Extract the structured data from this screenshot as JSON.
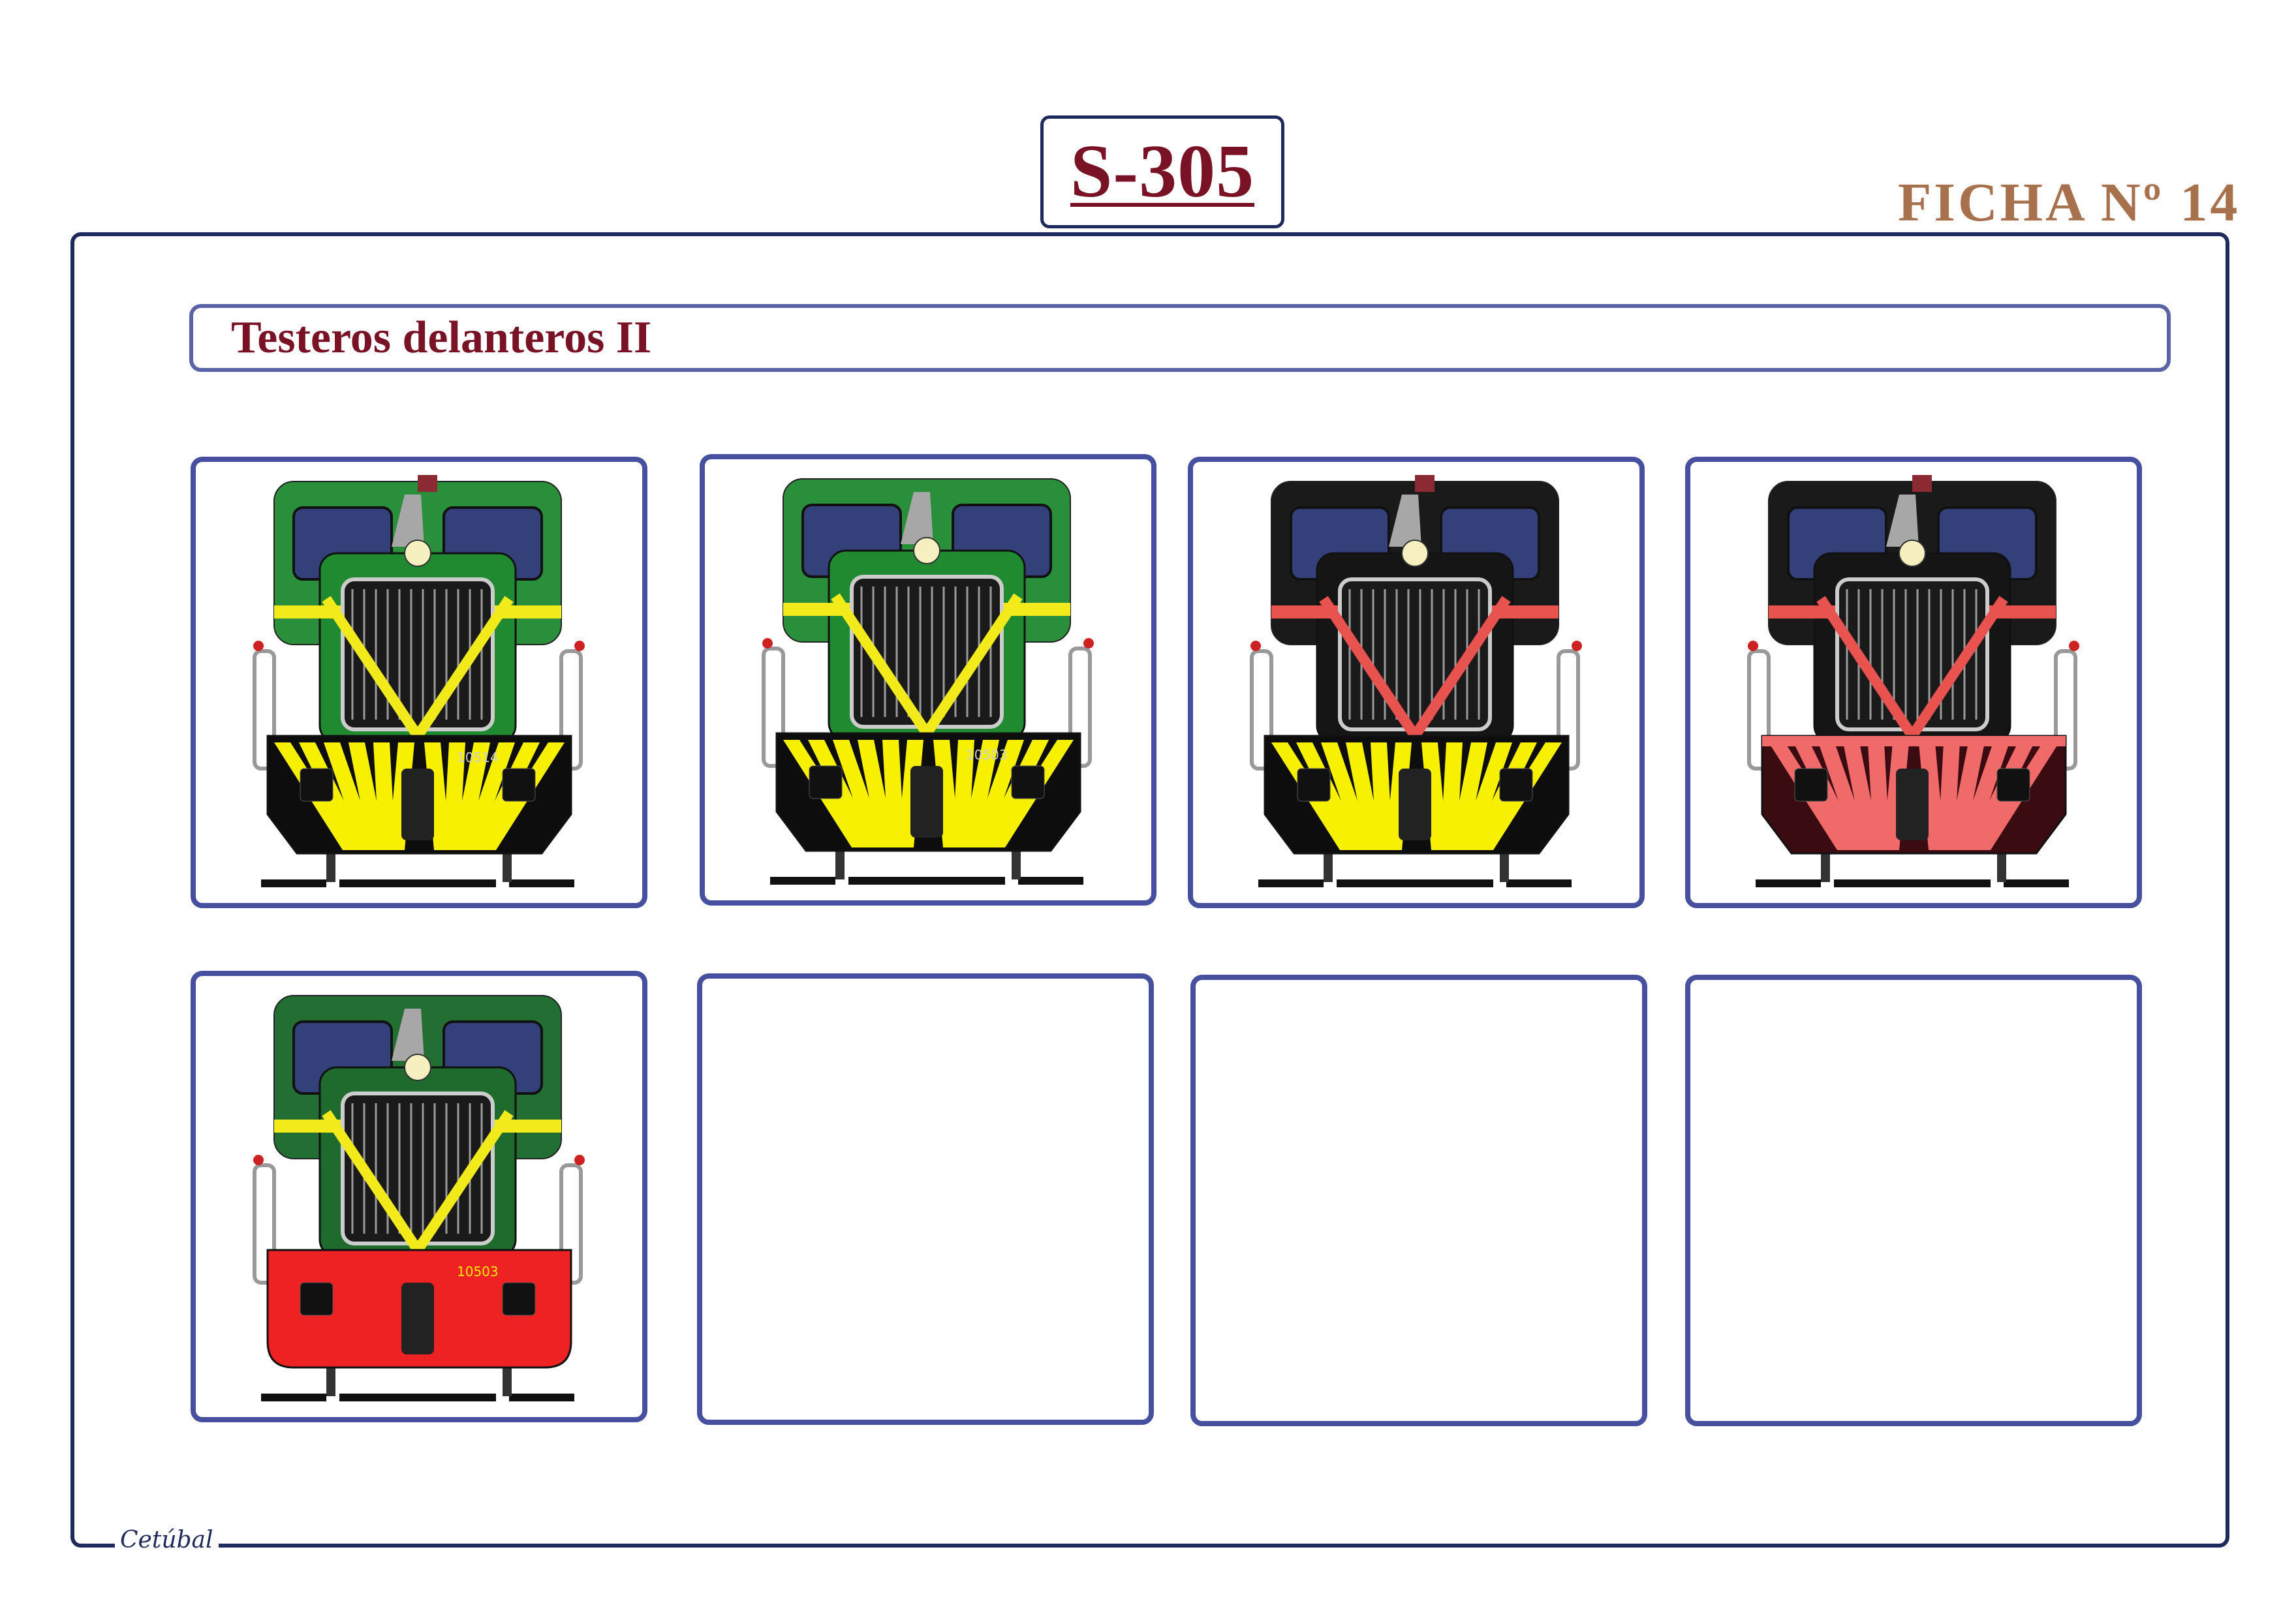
{
  "header": {
    "series_title": "S-305",
    "sheet_label": "FICHA Nº 14"
  },
  "section": {
    "title": "Testeros delanteros II"
  },
  "locomotives": [
    {
      "body": "#1f8a2f",
      "top": "#2a8f3a",
      "stripe": "#f2ea1a",
      "buffer": "#0d0d0d",
      "chevron": "#f7f000",
      "number": "10514",
      "style": "green-yellow"
    },
    {
      "body": "#1f8a2f",
      "top": "#2a8f3a",
      "stripe": "#f2ea1a",
      "buffer": "#0d0d0d",
      "chevron": "#f7f000",
      "number": "10503",
      "style": "green-yellow-full"
    },
    {
      "body": "#151515",
      "top": "#1a1a1a",
      "stripe": "#e8534f",
      "buffer": "#0d0d0d",
      "chevron": "#f7f000",
      "number": "",
      "style": "black-red"
    },
    {
      "body": "#151515",
      "top": "#1a1a1a",
      "stripe": "#e8534f",
      "buffer": "#3a0b10",
      "chevron": "#f06a6a",
      "number": "",
      "style": "black-maroon"
    },
    {
      "body": "#1e6b2d",
      "top": "#236f33",
      "stripe": "#f2ea1a",
      "buffer": "#ee2222",
      "chevron": "#f2ea1a",
      "number": "10503",
      "style": "green-red"
    }
  ],
  "empty_slots": 3,
  "signature": "Cetúbal"
}
